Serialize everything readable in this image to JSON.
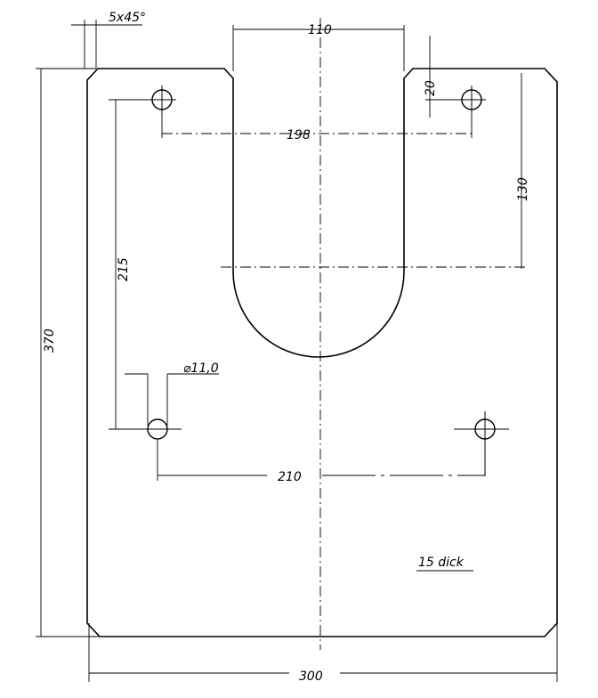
{
  "dimensions": {
    "chamfer": "5x45°",
    "slot_width": "110",
    "hole_offset_top": "20",
    "top_hole_spacing": "198",
    "slot_center_from_top": "130",
    "vertical_hole_spacing": "215",
    "overall_height": "370",
    "bottom_hole_spacing": "210",
    "hole_diameter": "⌀11,0",
    "overall_width": "300"
  },
  "note": {
    "thickness": "15 dick"
  }
}
